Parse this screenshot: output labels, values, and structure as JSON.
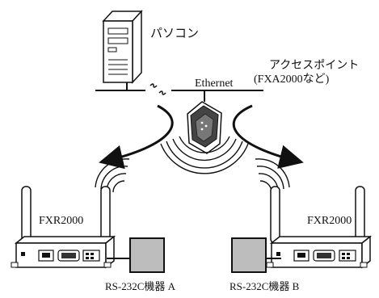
{
  "labels": {
    "pc": "パソコン",
    "access_point": "アクセスポイント",
    "access_point_model": "(FXA2000など)",
    "network": "Ethernet",
    "device_left": "FXR2000",
    "device_right": "FXR2000",
    "serial_left": "RS-232C機器  A",
    "serial_right": "RS-232C機器  B"
  },
  "colors": {
    "line": "#111111",
    "box_fill": "#bdbdbd",
    "device_fill": "#ffffff"
  }
}
